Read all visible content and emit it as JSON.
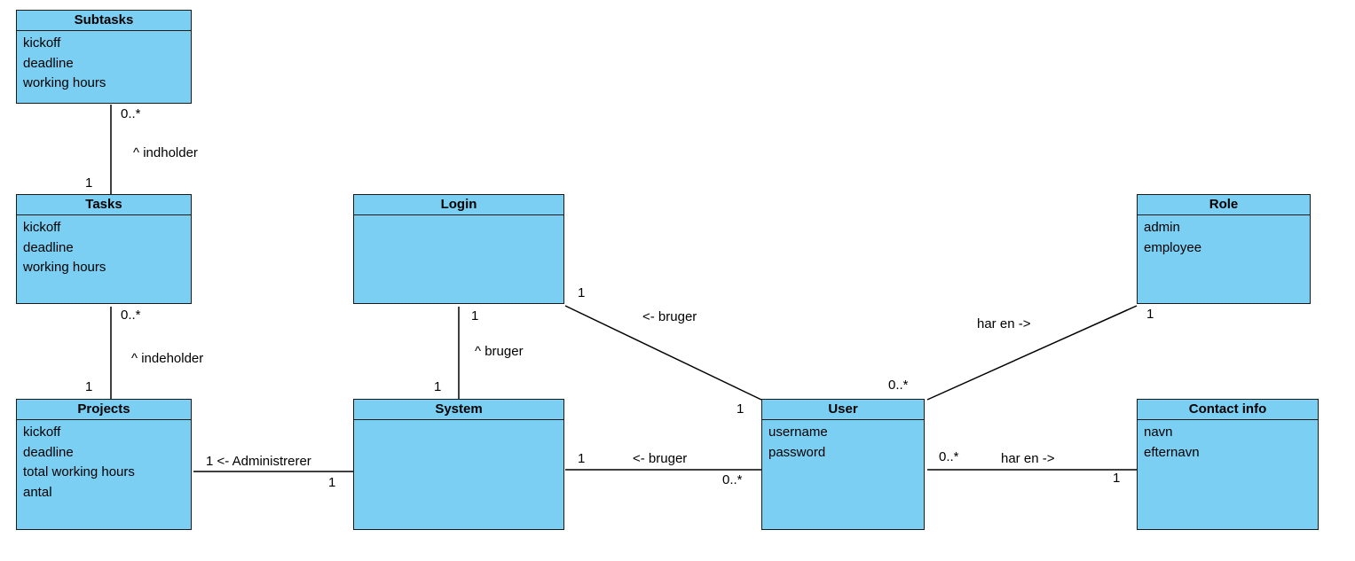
{
  "colors": {
    "class_fill": "#7bcff3",
    "class_border": "#1a1a1a",
    "line": "#000000"
  },
  "classes": {
    "subtasks": {
      "name": "Subtasks",
      "attributes": [
        "kickoff",
        "deadline",
        "working hours"
      ]
    },
    "tasks": {
      "name": "Tasks",
      "attributes": [
        "kickoff",
        "deadline",
        "working hours"
      ]
    },
    "projects": {
      "name": "Projects",
      "attributes": [
        "kickoff",
        "deadline",
        "total working hours",
        "antal"
      ]
    },
    "login": {
      "name": "Login",
      "attributes": []
    },
    "system": {
      "name": "System",
      "attributes": []
    },
    "user": {
      "name": "User",
      "attributes": [
        "username",
        "password"
      ]
    },
    "role": {
      "name": "Role",
      "attributes": [
        "admin",
        "employee"
      ]
    },
    "contact": {
      "name": "Contact info",
      "attributes": [
        "navn",
        "efternavn"
      ]
    }
  },
  "associations": {
    "subtasks_tasks": {
      "label": "^ indholder",
      "mult_subtasks": "0..*",
      "mult_tasks": "1"
    },
    "tasks_projects": {
      "label": "^ indeholder",
      "mult_tasks": "0..*",
      "mult_projects": "1"
    },
    "projects_system": {
      "label": "1 <- Administrerer",
      "mult_system": "1"
    },
    "login_system": {
      "label": "^ bruger",
      "mult_login": "1",
      "mult_system": "1"
    },
    "login_user": {
      "label": "<- bruger",
      "mult_login": "1",
      "mult_user": "1"
    },
    "system_user": {
      "label": "<- bruger",
      "mult_system": "1",
      "mult_user": "0..*"
    },
    "user_role": {
      "label": "har en ->",
      "mult_user": "0..*",
      "mult_role": "1"
    },
    "user_contact": {
      "label": "har en ->",
      "mult_user": "0..*",
      "mult_contact": "1"
    }
  }
}
